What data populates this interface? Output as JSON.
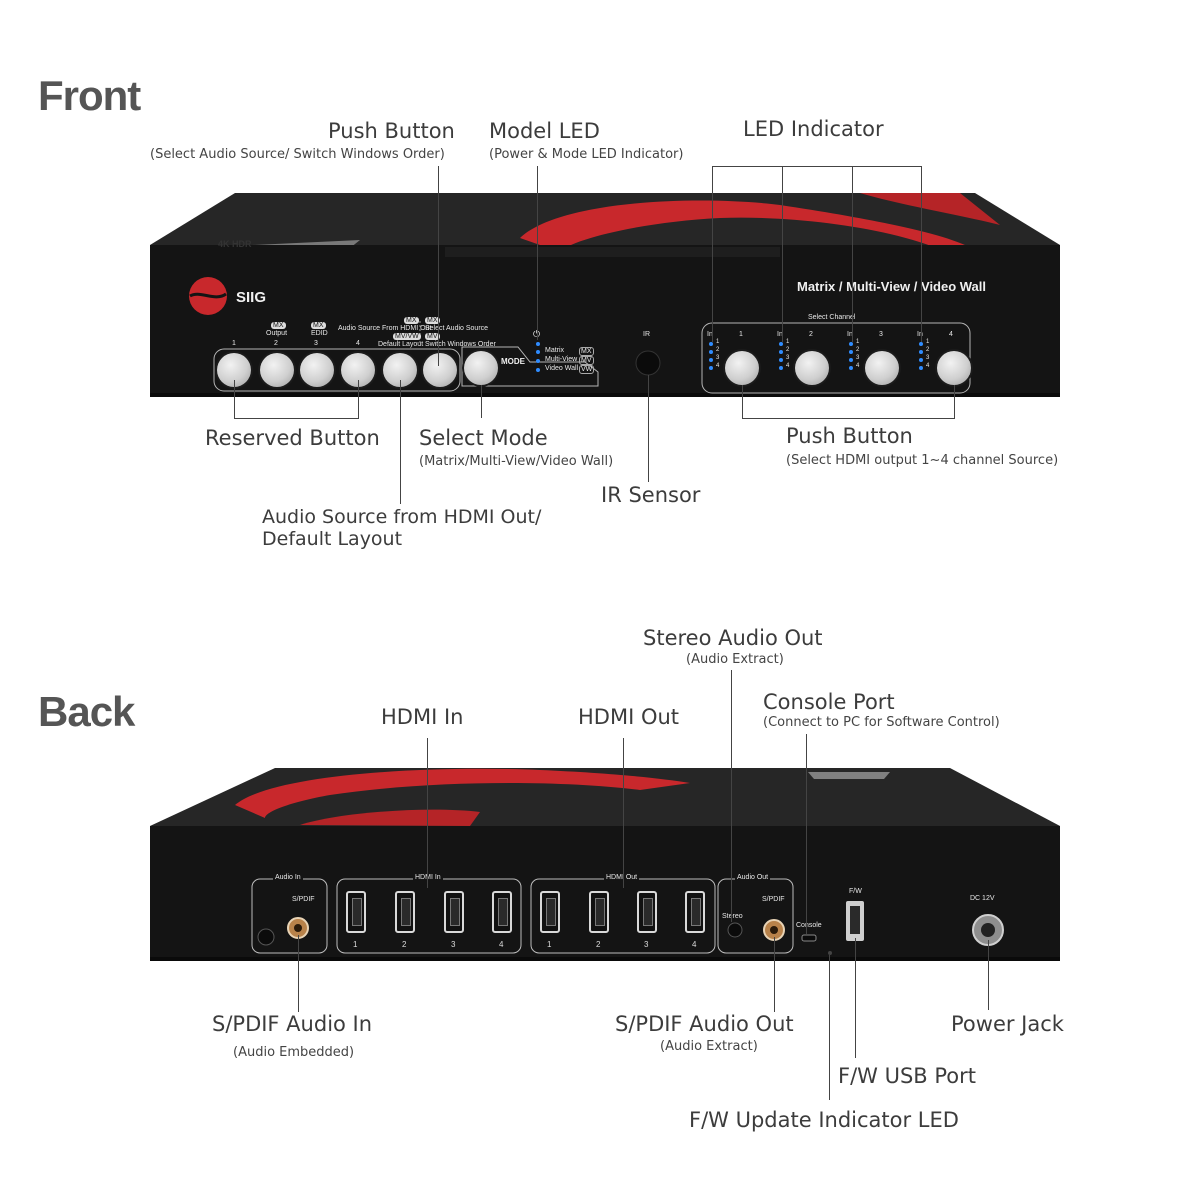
{
  "headings": {
    "front": "Front",
    "back": "Back"
  },
  "front_callouts": {
    "push_button_top": {
      "title": "Push Button",
      "subtitle": "(Select Audio Source/ Switch Windows Order)"
    },
    "model_led": {
      "title": "Model LED",
      "subtitle": "(Power & Mode LED Indicator)"
    },
    "led_indicator": {
      "title": "LED Indicator"
    },
    "reserved_button": {
      "title": "Reserved Button"
    },
    "select_mode": {
      "title": "Select Mode",
      "subtitle": "(Matrix/Multi-View/Video Wall)"
    },
    "push_button_bottom": {
      "title": "Push Button",
      "subtitle": "(Select HDMI output 1~4 channel Source)"
    },
    "ir_sensor": {
      "title": "IR Sensor"
    },
    "audio_source": {
      "line1": "Audio Source from HDMI Out/",
      "line2": "Default Layout"
    }
  },
  "front_panel": {
    "brand": "SIIG",
    "product_title": "Matrix / Multi-View / Video Wall",
    "select_channel": "Select Channel",
    "reserved_numbers": [
      "1",
      "2",
      "3",
      "4"
    ],
    "mx_output": "Output",
    "mx_edid": "EDID",
    "mx_badge": "MX",
    "mvvw_badge": "MV/VW",
    "mv_badge": "MV",
    "audio_source_hdmi_out": "Audio Source From HDMI Out",
    "default_layout": "Default Layout",
    "select_audio_source": "Select Audio Source",
    "switch_windows_order": "Switch Windows Order",
    "mode_label": "MODE",
    "modes": [
      {
        "name": "Matrix",
        "badge": "MX"
      },
      {
        "name": "Multi-View",
        "badge": "MV"
      },
      {
        "name": "Video Wall",
        "badge": "VW"
      }
    ],
    "ir_label": "IR",
    "in_label": "In",
    "channels": [
      "1",
      "2",
      "3",
      "4"
    ],
    "led_numbers": [
      "1",
      "2",
      "3",
      "4"
    ],
    "top_badge": "4K HDR"
  },
  "back_callouts": {
    "stereo_audio_out": {
      "title": "Stereo Audio Out",
      "subtitle": "(Audio Extract)"
    },
    "console_port": {
      "title": "Console Port",
      "subtitle": "(Connect to PC for Software Control)"
    },
    "hdmi_in": {
      "title": "HDMI In"
    },
    "hdmi_out": {
      "title": "HDMI Out"
    },
    "spdif_in": {
      "title": "S/PDIF Audio In",
      "subtitle": "(Audio Embedded)"
    },
    "spdif_out": {
      "title": "S/PDIF Audio Out",
      "subtitle": "(Audio Extract)"
    },
    "power_jack": {
      "title": "Power Jack"
    },
    "fw_usb": {
      "title": "F/W USB Port"
    },
    "fw_led": {
      "title": "F/W Update Indicator LED"
    }
  },
  "back_panel": {
    "audio_in": "Audio In",
    "spdif": "S/PDIF",
    "hdmi_in": "HDMI In",
    "hdmi_out": "HDMI Out",
    "audio_out": "Audio Out",
    "stereo": "Stereo",
    "console": "Console",
    "fw": "F/W",
    "dc": "DC 12V",
    "port_numbers": [
      "1",
      "2",
      "3",
      "4"
    ]
  },
  "colors": {
    "device": "#141414",
    "accent_red": "#c8282c",
    "led_blue": "#2f8cff"
  }
}
